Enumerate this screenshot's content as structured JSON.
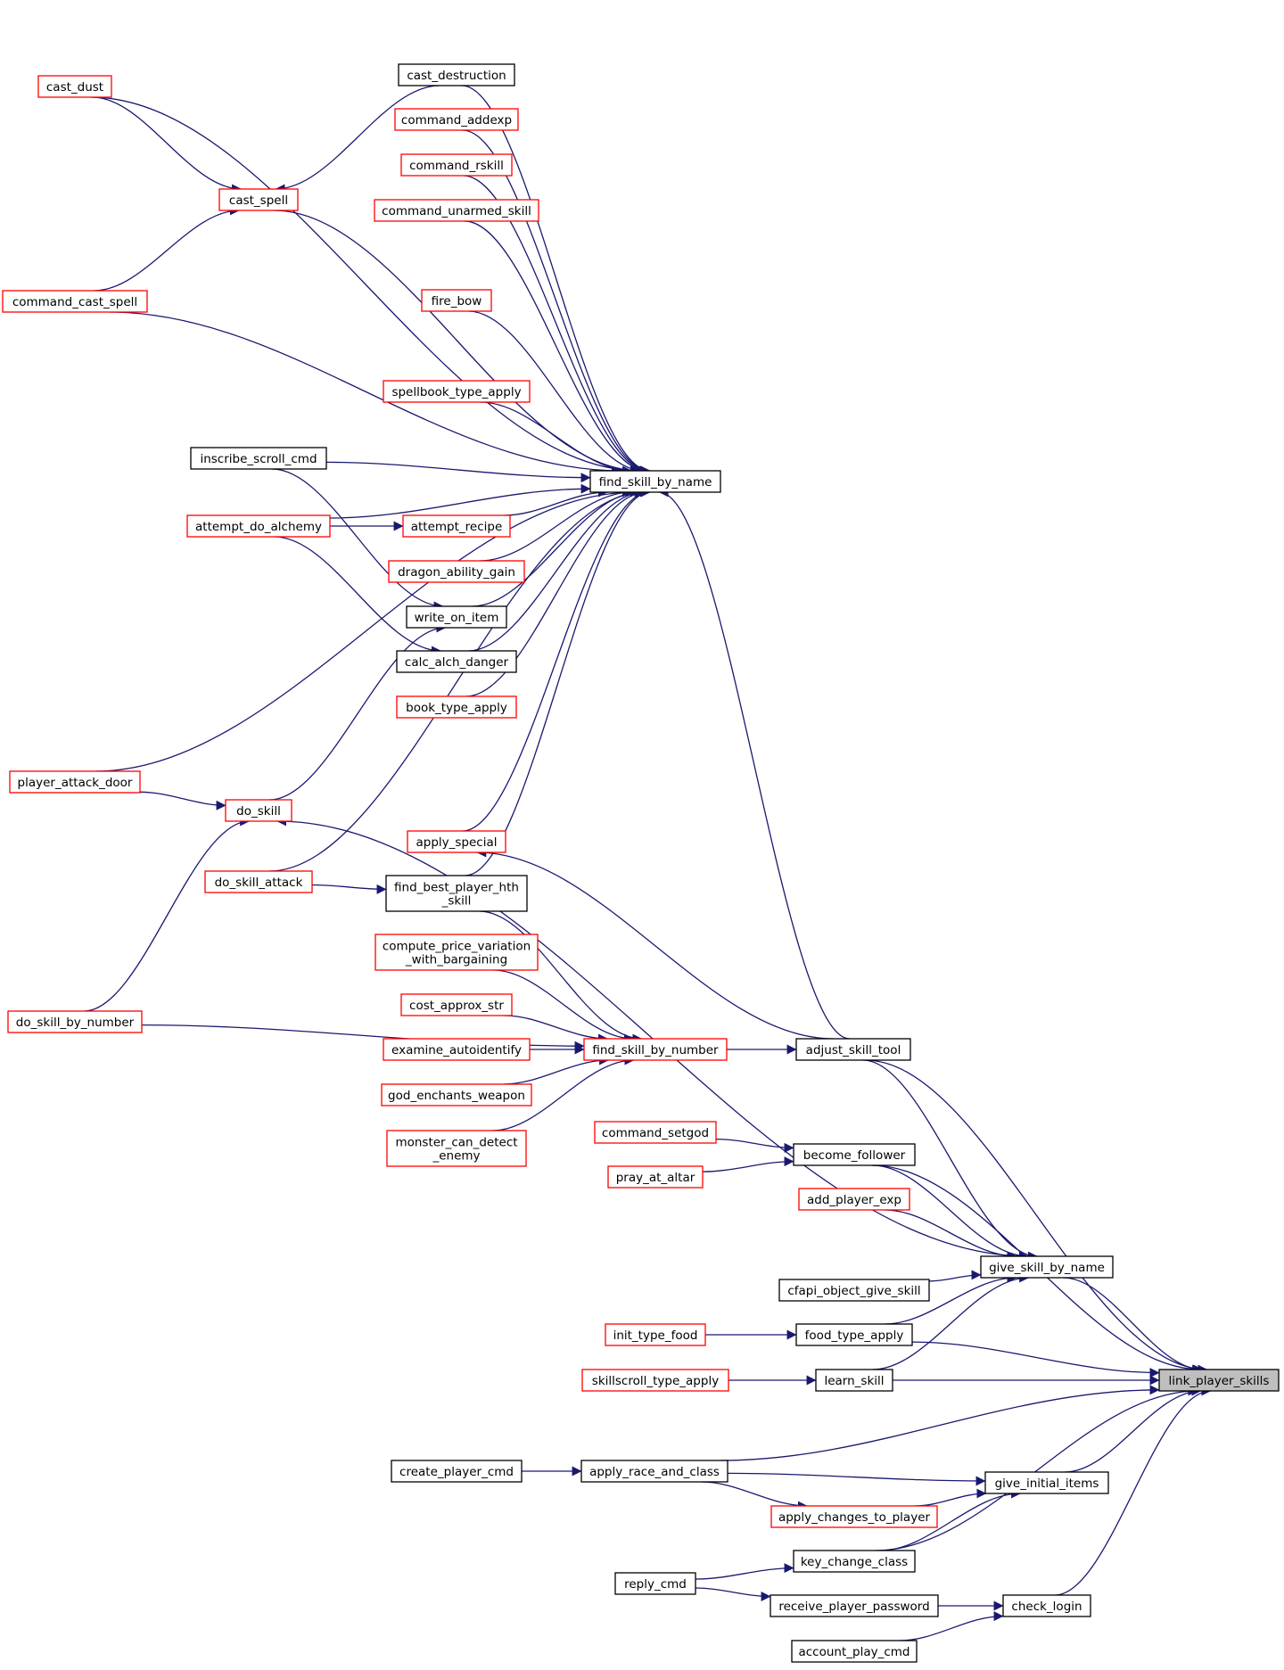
{
  "graph": {
    "title": "",
    "colors": {
      "edge": "#191970",
      "border_red": "#ff0000",
      "border_black": "#000000",
      "root_fill": "#bfbfbf",
      "fill": "#ffffff"
    },
    "nodes": [
      {
        "id": "link_player_skills",
        "lines": [
          "link_player_skills"
        ],
        "border": "black",
        "root": true
      },
      {
        "id": "adjust_skill_tool",
        "lines": [
          "adjust_skill_tool"
        ],
        "border": "black"
      },
      {
        "id": "find_skill_by_name",
        "lines": [
          "find_skill_by_name"
        ],
        "border": "black"
      },
      {
        "id": "find_skill_by_number",
        "lines": [
          "find_skill_by_number"
        ],
        "border": "red"
      },
      {
        "id": "apply_special",
        "lines": [
          "apply_special"
        ],
        "border": "red"
      },
      {
        "id": "become_follower",
        "lines": [
          "become_follower"
        ],
        "border": "black"
      },
      {
        "id": "give_skill_by_name",
        "lines": [
          "give_skill_by_name"
        ],
        "border": "black"
      },
      {
        "id": "food_type_apply",
        "lines": [
          "food_type_apply"
        ],
        "border": "black"
      },
      {
        "id": "learn_skill",
        "lines": [
          "learn_skill"
        ],
        "border": "black"
      },
      {
        "id": "apply_race_and_class",
        "lines": [
          "apply_race_and_class"
        ],
        "border": "black"
      },
      {
        "id": "give_initial_items",
        "lines": [
          "give_initial_items"
        ],
        "border": "black"
      },
      {
        "id": "key_change_class",
        "lines": [
          "key_change_class"
        ],
        "border": "black"
      },
      {
        "id": "check_login",
        "lines": [
          "check_login"
        ],
        "border": "black"
      },
      {
        "id": "cast_dust",
        "lines": [
          "cast_dust"
        ],
        "border": "red"
      },
      {
        "id": "cast_destruction",
        "lines": [
          "cast_destruction"
        ],
        "border": "black"
      },
      {
        "id": "command_addexp",
        "lines": [
          "command_addexp"
        ],
        "border": "red"
      },
      {
        "id": "command_rskill",
        "lines": [
          "command_rskill"
        ],
        "border": "red"
      },
      {
        "id": "cast_spell",
        "lines": [
          "cast_spell"
        ],
        "border": "red"
      },
      {
        "id": "command_unarmed_skill",
        "lines": [
          "command_unarmed_skill"
        ],
        "border": "red"
      },
      {
        "id": "command_cast_spell",
        "lines": [
          "command_cast_spell"
        ],
        "border": "red"
      },
      {
        "id": "fire_bow",
        "lines": [
          "fire_bow"
        ],
        "border": "red"
      },
      {
        "id": "spellbook_type_apply",
        "lines": [
          "spellbook_type_apply"
        ],
        "border": "red"
      },
      {
        "id": "inscribe_scroll_cmd",
        "lines": [
          "inscribe_scroll_cmd"
        ],
        "border": "black"
      },
      {
        "id": "attempt_do_alchemy",
        "lines": [
          "attempt_do_alchemy"
        ],
        "border": "red"
      },
      {
        "id": "attempt_recipe",
        "lines": [
          "attempt_recipe"
        ],
        "border": "red"
      },
      {
        "id": "dragon_ability_gain",
        "lines": [
          "dragon_ability_gain"
        ],
        "border": "red"
      },
      {
        "id": "write_on_item",
        "lines": [
          "write_on_item"
        ],
        "border": "black"
      },
      {
        "id": "calc_alch_danger",
        "lines": [
          "calc_alch_danger"
        ],
        "border": "black"
      },
      {
        "id": "book_type_apply",
        "lines": [
          "book_type_apply"
        ],
        "border": "red"
      },
      {
        "id": "player_attack_door",
        "lines": [
          "player_attack_door"
        ],
        "border": "red"
      },
      {
        "id": "do_skill",
        "lines": [
          "do_skill"
        ],
        "border": "red"
      },
      {
        "id": "do_skill_attack",
        "lines": [
          "do_skill_attack"
        ],
        "border": "red"
      },
      {
        "id": "find_best_player_hth_skill",
        "lines": [
          "find_best_player_hth",
          "_skill"
        ],
        "border": "black"
      },
      {
        "id": "compute_price_variation_with_bargaining",
        "lines": [
          "compute_price_variation",
          "_with_bargaining"
        ],
        "border": "red"
      },
      {
        "id": "cost_approx_str",
        "lines": [
          "cost_approx_str"
        ],
        "border": "red"
      },
      {
        "id": "do_skill_by_number",
        "lines": [
          "do_skill_by_number"
        ],
        "border": "red"
      },
      {
        "id": "examine_autoidentify",
        "lines": [
          "examine_autoidentify"
        ],
        "border": "red"
      },
      {
        "id": "god_enchants_weapon",
        "lines": [
          "god_enchants_weapon"
        ],
        "border": "red"
      },
      {
        "id": "monster_can_detect_enemy",
        "lines": [
          "monster_can_detect",
          "_enemy"
        ],
        "border": "red"
      },
      {
        "id": "command_setgod",
        "lines": [
          "command_setgod"
        ],
        "border": "red"
      },
      {
        "id": "pray_at_altar",
        "lines": [
          "pray_at_altar"
        ],
        "border": "red"
      },
      {
        "id": "add_player_exp",
        "lines": [
          "add_player_exp"
        ],
        "border": "red"
      },
      {
        "id": "cfapi_object_give_skill",
        "lines": [
          "cfapi_object_give_skill"
        ],
        "border": "black"
      },
      {
        "id": "init_type_food",
        "lines": [
          "init_type_food"
        ],
        "border": "red"
      },
      {
        "id": "skillscroll_type_apply",
        "lines": [
          "skillscroll_type_apply"
        ],
        "border": "red"
      },
      {
        "id": "create_player_cmd",
        "lines": [
          "create_player_cmd"
        ],
        "border": "black"
      },
      {
        "id": "apply_changes_to_player",
        "lines": [
          "apply_changes_to_player"
        ],
        "border": "red"
      },
      {
        "id": "reply_cmd",
        "lines": [
          "reply_cmd"
        ],
        "border": "black"
      },
      {
        "id": "receive_player_password",
        "lines": [
          "receive_player_password"
        ],
        "border": "black"
      },
      {
        "id": "account_play_cmd",
        "lines": [
          "account_play_cmd"
        ],
        "border": "black"
      }
    ],
    "edges": [
      {
        "from": "adjust_skill_tool",
        "to": "link_player_skills"
      },
      {
        "from": "find_skill_by_number",
        "to": "adjust_skill_tool"
      },
      {
        "from": "adjust_skill_tool",
        "to": "find_skill_by_name"
      },
      {
        "from": "adjust_skill_tool",
        "to": "apply_special"
      },
      {
        "from": "become_follower",
        "to": "link_player_skills"
      },
      {
        "from": "give_skill_by_name",
        "to": "link_player_skills"
      },
      {
        "from": "food_type_apply",
        "to": "link_player_skills"
      },
      {
        "from": "learn_skill",
        "to": "link_player_skills"
      },
      {
        "from": "apply_race_and_class",
        "to": "link_player_skills"
      },
      {
        "from": "give_initial_items",
        "to": "link_player_skills"
      },
      {
        "from": "key_change_class",
        "to": "link_player_skills"
      },
      {
        "from": "check_login",
        "to": "link_player_skills"
      },
      {
        "from": "cast_dust",
        "to": "find_skill_by_name"
      },
      {
        "from": "cast_destruction",
        "to": "find_skill_by_name"
      },
      {
        "from": "command_addexp",
        "to": "find_skill_by_name"
      },
      {
        "from": "command_rskill",
        "to": "find_skill_by_name"
      },
      {
        "from": "cast_spell",
        "to": "find_skill_by_name"
      },
      {
        "from": "command_unarmed_skill",
        "to": "find_skill_by_name"
      },
      {
        "from": "command_cast_spell",
        "to": "find_skill_by_name"
      },
      {
        "from": "fire_bow",
        "to": "find_skill_by_name"
      },
      {
        "from": "spellbook_type_apply",
        "to": "find_skill_by_name"
      },
      {
        "from": "inscribe_scroll_cmd",
        "to": "find_skill_by_name"
      },
      {
        "from": "attempt_do_alchemy",
        "to": "find_skill_by_name"
      },
      {
        "from": "attempt_recipe",
        "to": "find_skill_by_name"
      },
      {
        "from": "dragon_ability_gain",
        "to": "find_skill_by_name"
      },
      {
        "from": "write_on_item",
        "to": "find_skill_by_name"
      },
      {
        "from": "calc_alch_danger",
        "to": "find_skill_by_name"
      },
      {
        "from": "book_type_apply",
        "to": "find_skill_by_name"
      },
      {
        "from": "player_attack_door",
        "to": "find_skill_by_name"
      },
      {
        "from": "do_skill_attack",
        "to": "find_skill_by_name"
      },
      {
        "from": "apply_special",
        "to": "find_skill_by_name"
      },
      {
        "from": "find_best_player_hth_skill",
        "to": "find_skill_by_name"
      },
      {
        "from": "cast_destruction",
        "to": "cast_spell"
      },
      {
        "from": "cast_dust",
        "to": "cast_spell"
      },
      {
        "from": "command_cast_spell",
        "to": "cast_spell"
      },
      {
        "from": "attempt_do_alchemy",
        "to": "attempt_recipe"
      },
      {
        "from": "inscribe_scroll_cmd",
        "to": "write_on_item"
      },
      {
        "from": "attempt_do_alchemy",
        "to": "calc_alch_danger"
      },
      {
        "from": "do_skill",
        "to": "write_on_item"
      },
      {
        "from": "player_attack_door",
        "to": "do_skill"
      },
      {
        "from": "do_skill_by_number",
        "to": "do_skill"
      },
      {
        "from": "give_skill_by_name",
        "to": "do_skill"
      },
      {
        "from": "do_skill_attack",
        "to": "find_best_player_hth_skill"
      },
      {
        "from": "find_best_player_hth_skill",
        "to": "find_skill_by_number"
      },
      {
        "from": "compute_price_variation_with_bargaining",
        "to": "find_skill_by_number"
      },
      {
        "from": "cost_approx_str",
        "to": "find_skill_by_number"
      },
      {
        "from": "examine_autoidentify",
        "to": "find_skill_by_number"
      },
      {
        "from": "god_enchants_weapon",
        "to": "find_skill_by_number"
      },
      {
        "from": "monster_can_detect_enemy",
        "to": "find_skill_by_number"
      },
      {
        "from": "do_skill_by_number",
        "to": "find_skill_by_number"
      },
      {
        "from": "command_setgod",
        "to": "become_follower"
      },
      {
        "from": "pray_at_altar",
        "to": "become_follower"
      },
      {
        "from": "become_follower",
        "to": "give_skill_by_name"
      },
      {
        "from": "adjust_skill_tool",
        "to": "give_skill_by_name"
      },
      {
        "from": "add_player_exp",
        "to": "give_skill_by_name"
      },
      {
        "from": "cfapi_object_give_skill",
        "to": "give_skill_by_name"
      },
      {
        "from": "food_type_apply",
        "to": "give_skill_by_name"
      },
      {
        "from": "learn_skill",
        "to": "give_skill_by_name"
      },
      {
        "from": "init_type_food",
        "to": "food_type_apply"
      },
      {
        "from": "skillscroll_type_apply",
        "to": "learn_skill"
      },
      {
        "from": "create_player_cmd",
        "to": "apply_race_and_class"
      },
      {
        "from": "apply_race_and_class",
        "to": "give_initial_items"
      },
      {
        "from": "apply_race_and_class",
        "to": "apply_changes_to_player"
      },
      {
        "from": "apply_changes_to_player",
        "to": "give_initial_items"
      },
      {
        "from": "key_change_class",
        "to": "give_initial_items"
      },
      {
        "from": "reply_cmd",
        "to": "key_change_class"
      },
      {
        "from": "reply_cmd",
        "to": "receive_player_password"
      },
      {
        "from": "receive_player_password",
        "to": "check_login"
      },
      {
        "from": "account_play_cmd",
        "to": "check_login"
      }
    ]
  }
}
